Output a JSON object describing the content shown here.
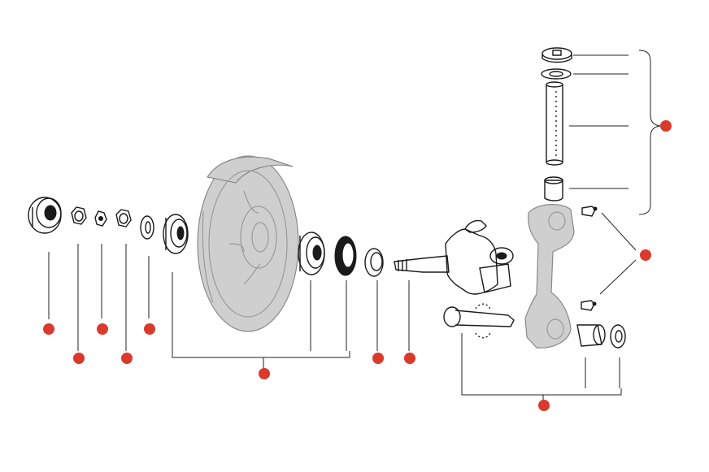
{
  "diagram": {
    "kind": "exploded parts diagram",
    "colors": {
      "ink": "#1a1a1a",
      "ghost_part": "#cfcfcf",
      "marker": "#d93a2b"
    },
    "markers": [
      {
        "id": "m1"
      },
      {
        "id": "m2"
      },
      {
        "id": "m3"
      },
      {
        "id": "m4"
      },
      {
        "id": "m5"
      },
      {
        "id": "m6"
      },
      {
        "id": "m7"
      },
      {
        "id": "m8"
      },
      {
        "id": "m9"
      },
      {
        "id": "m10"
      },
      {
        "id": "m11"
      },
      {
        "id": "m12"
      }
    ]
  }
}
